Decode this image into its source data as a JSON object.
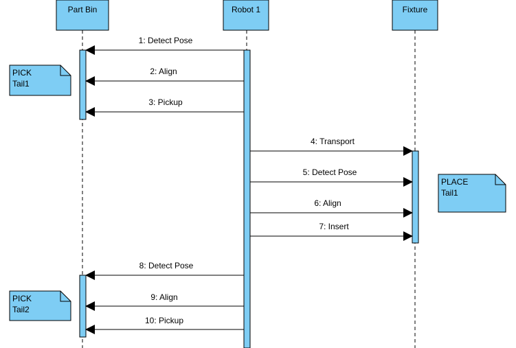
{
  "colors": {
    "fill": "#7ecdf4",
    "stroke": "#000000",
    "background": "#ffffff"
  },
  "participants": [
    {
      "id": "bin",
      "label": "Part Bin"
    },
    {
      "id": "robot",
      "label": "Robot 1"
    },
    {
      "id": "fixture",
      "label": "Fixture"
    }
  ],
  "messages": [
    {
      "label": "1: Detect Pose",
      "from": "robot",
      "to": "bin"
    },
    {
      "label": "2: Align",
      "from": "robot",
      "to": "bin"
    },
    {
      "label": "3: Pickup",
      "from": "robot",
      "to": "bin"
    },
    {
      "label": "4: Transport",
      "from": "robot",
      "to": "fixture"
    },
    {
      "label": "5: Detect Pose",
      "from": "robot",
      "to": "fixture"
    },
    {
      "label": "6: Align",
      "from": "robot",
      "to": "fixture"
    },
    {
      "label": "7: Insert",
      "from": "robot",
      "to": "fixture"
    },
    {
      "label": "8: Detect Pose",
      "from": "robot",
      "to": "bin"
    },
    {
      "label": "9: Align",
      "from": "robot",
      "to": "bin"
    },
    {
      "label": "10: Pickup",
      "from": "robot",
      "to": "bin"
    }
  ],
  "notes": [
    {
      "line1": "PICK",
      "line2": "Tail1"
    },
    {
      "line1": "PLACE",
      "line2": "Tail1"
    },
    {
      "line1": "PICK",
      "line2": "Tail2"
    }
  ]
}
